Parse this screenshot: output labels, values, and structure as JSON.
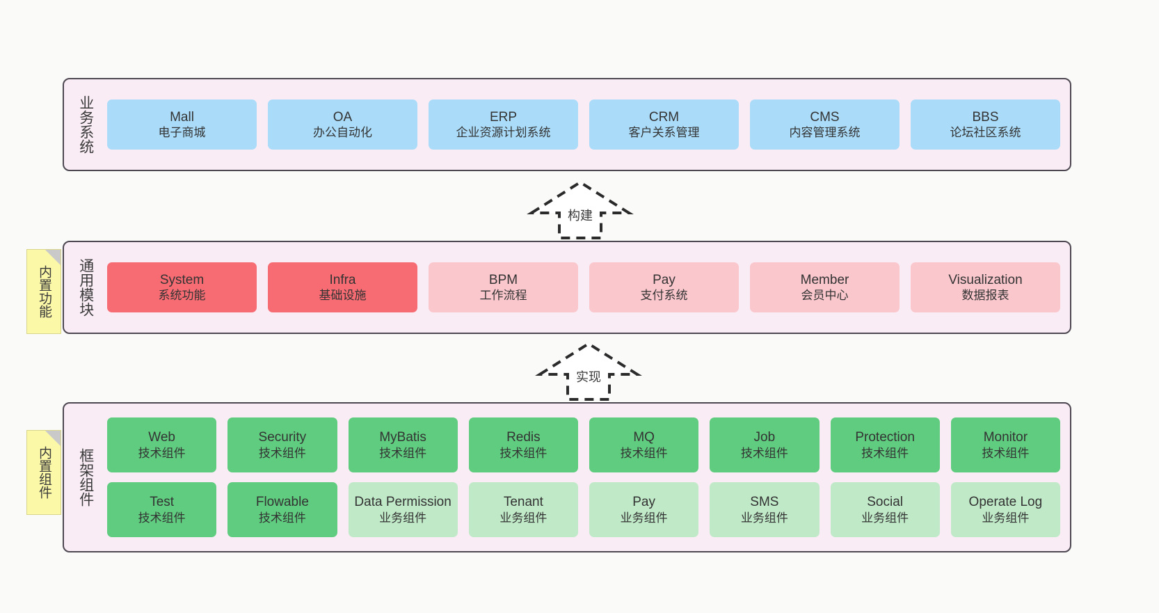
{
  "diagram": {
    "background_color": "#fafaf9",
    "panel_color": "#f9ecf5",
    "panel_border_color": "#4d4751"
  },
  "notes": [
    {
      "name": "builtin-features",
      "label": "内置功能"
    },
    {
      "name": "builtin-components",
      "label": "内置组件"
    }
  ],
  "connectors": [
    {
      "name": "build",
      "label": "构建",
      "style": "dashed-hollow-arrow-up"
    },
    {
      "name": "implement",
      "label": "实现",
      "style": "dashed-hollow-arrow-up"
    }
  ],
  "layers": {
    "business": {
      "title": "业务系统",
      "color": "#aadcfa",
      "cards": [
        {
          "en": "Mall",
          "cn": "电子商城"
        },
        {
          "en": "OA",
          "cn": "办公自动化"
        },
        {
          "en": "ERP",
          "cn": "企业资源计划系统"
        },
        {
          "en": "CRM",
          "cn": "客户关系管理"
        },
        {
          "en": "CMS",
          "cn": "内容管理系统"
        },
        {
          "en": "BBS",
          "cn": "论坛社区系统"
        }
      ]
    },
    "modules": {
      "title": "通用模块",
      "colors": {
        "highlight": "#f76c73",
        "normal": "#fac7cd"
      },
      "cards": [
        {
          "en": "System",
          "cn": "系统功能",
          "variant": "highlight"
        },
        {
          "en": "Infra",
          "cn": "基础设施",
          "variant": "highlight"
        },
        {
          "en": "BPM",
          "cn": "工作流程",
          "variant": "normal"
        },
        {
          "en": "Pay",
          "cn": "支付系统",
          "variant": "normal"
        },
        {
          "en": "Member",
          "cn": "会员中心",
          "variant": "normal"
        },
        {
          "en": "Visualization",
          "cn": "数据报表",
          "variant": "normal"
        }
      ]
    },
    "framework": {
      "title": "框架组件",
      "colors": {
        "tech": "#5fcc7f",
        "business": "#c0e9c8"
      },
      "row1": [
        {
          "en": "Web",
          "cn": "技术组件",
          "variant": "tech"
        },
        {
          "en": "Security",
          "cn": "技术组件",
          "variant": "tech"
        },
        {
          "en": "MyBatis",
          "cn": "技术组件",
          "variant": "tech"
        },
        {
          "en": "Redis",
          "cn": "技术组件",
          "variant": "tech"
        },
        {
          "en": "MQ",
          "cn": "技术组件",
          "variant": "tech"
        },
        {
          "en": "Job",
          "cn": "技术组件",
          "variant": "tech"
        },
        {
          "en": "Protection",
          "cn": "技术组件",
          "variant": "tech"
        },
        {
          "en": "Monitor",
          "cn": "技术组件",
          "variant": "tech"
        }
      ],
      "row2": [
        {
          "en": "Test",
          "cn": "技术组件",
          "variant": "tech"
        },
        {
          "en": "Flowable",
          "cn": "技术组件",
          "variant": "tech"
        },
        {
          "en": "Data Permission",
          "cn": "业务组件",
          "variant": "business"
        },
        {
          "en": "Tenant",
          "cn": "业务组件",
          "variant": "business"
        },
        {
          "en": "Pay",
          "cn": "业务组件",
          "variant": "business"
        },
        {
          "en": "SMS",
          "cn": "业务组件",
          "variant": "business"
        },
        {
          "en": "Social",
          "cn": "业务组件",
          "variant": "business"
        },
        {
          "en": "Operate Log",
          "cn": "业务组件",
          "variant": "business"
        }
      ]
    }
  }
}
